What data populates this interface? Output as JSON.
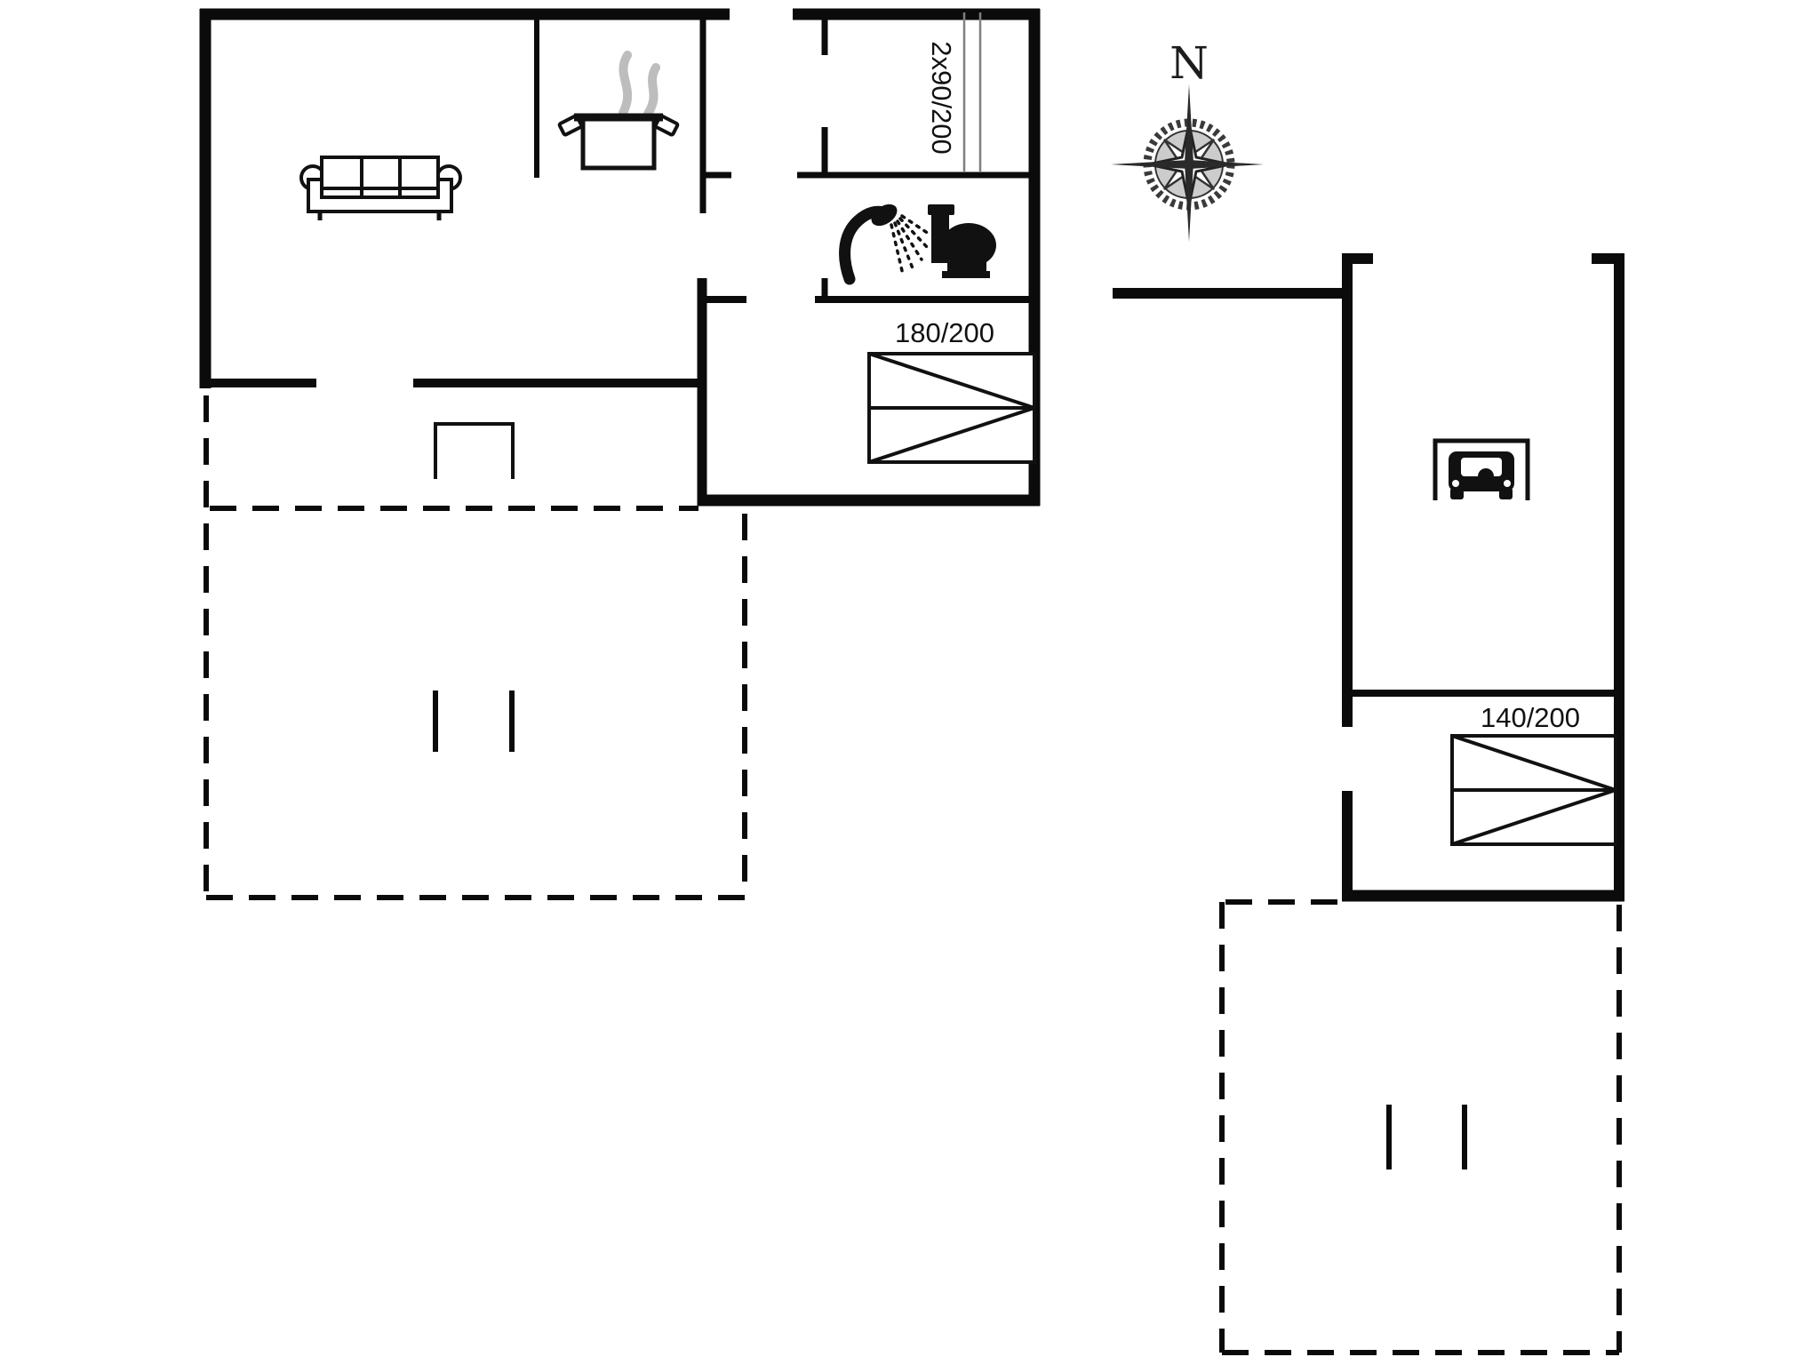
{
  "floorplan": {
    "type": "holiday-home-floor-plan",
    "compass": {
      "label": "N"
    },
    "beds": [
      {
        "room": "top-bedroom",
        "size_label": "2x90/200"
      },
      {
        "room": "main-bedroom",
        "size_label": "180/200"
      },
      {
        "room": "annex-bedroom",
        "size_label": "140/200"
      }
    ],
    "icons": [
      "sofa-icon",
      "cooking-pot-icon",
      "steam-icon",
      "shower-icon",
      "toilet-icon",
      "car-icon",
      "compass-rose",
      "bed-symbol",
      "terrace-dashed-outline",
      "door-marks"
    ],
    "colors": {
      "background": "#ffffff",
      "wall": "#0b0b0b",
      "steam_gray": "#bdbdbd",
      "bed_line_gray": "#808080",
      "compass_gray": "#3a3a3a"
    }
  }
}
